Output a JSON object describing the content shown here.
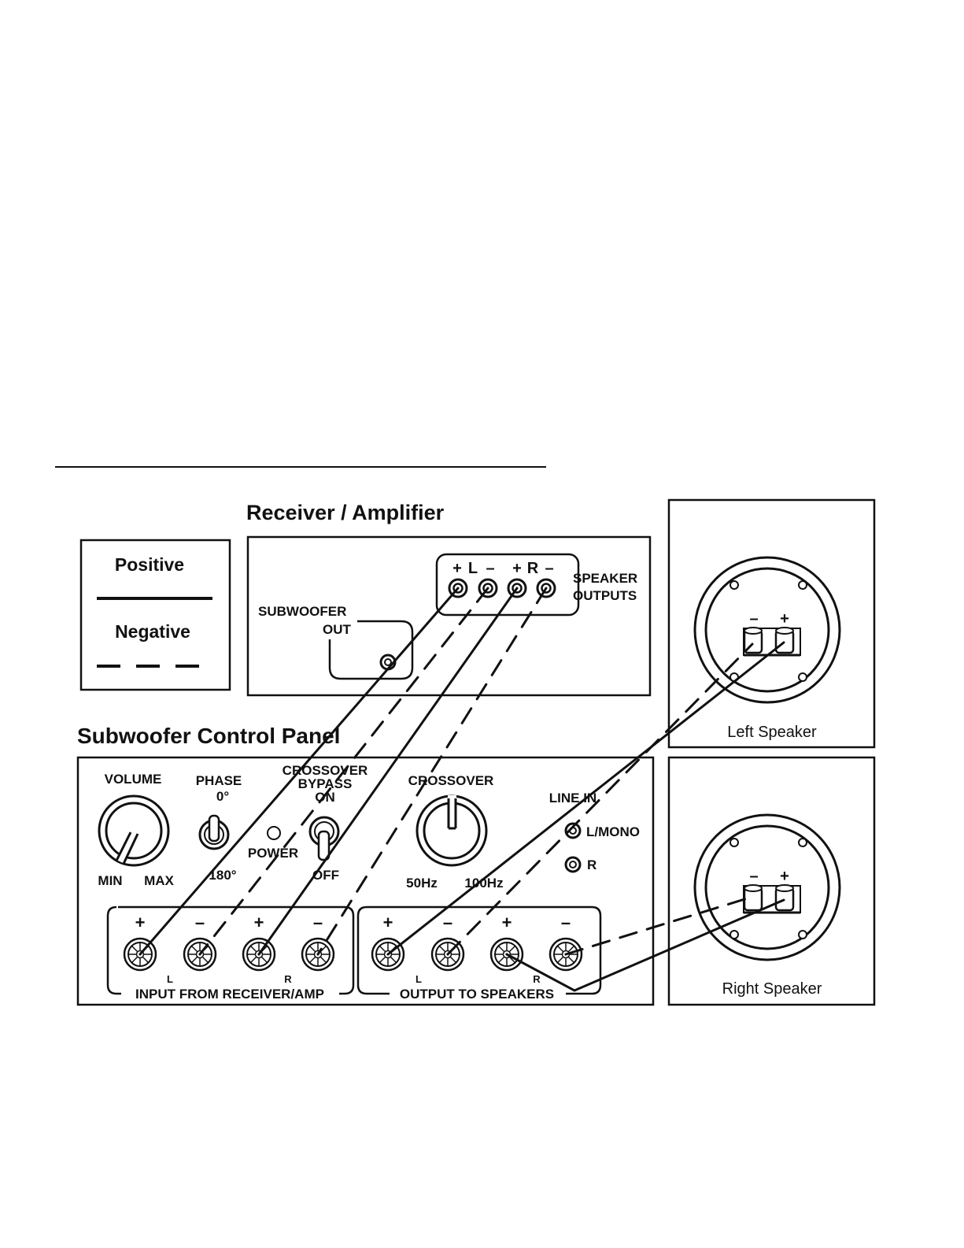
{
  "legend": {
    "positive_label": "Positive",
    "negative_label": "Negative"
  },
  "receiver": {
    "title": "Receiver / Amplifier",
    "subwoofer_out_line1": "SUBWOOFER",
    "subwoofer_out_line2": "OUT",
    "speaker_outputs_line1": "SPEAKER",
    "speaker_outputs_line2": "OUTPUTS",
    "terminal_marks": [
      "+",
      "L",
      "–",
      "+",
      "R",
      "–"
    ]
  },
  "control_panel": {
    "title": "Subwoofer Control Panel",
    "volume": {
      "label": "VOLUME",
      "min": "MIN",
      "max": "MAX"
    },
    "phase": {
      "label": "PHASE",
      "top": "0°",
      "bottom": "180°"
    },
    "power": {
      "label": "POWER"
    },
    "bypass": {
      "line1": "CROSSOVER",
      "line2": "BYPASS",
      "on": "ON",
      "off": "OFF"
    },
    "crossover": {
      "label": "CROSSOVER",
      "low": "50Hz",
      "high": "100Hz"
    },
    "line_in": {
      "label": "LINE IN",
      "l_mono": "L/MONO",
      "r": "R"
    },
    "input_group": {
      "label": "INPUT FROM RECEIVER/AMP",
      "signs": [
        "+",
        "–",
        "+",
        "–"
      ],
      "l": "L",
      "r": "R"
    },
    "output_group": {
      "label": "OUTPUT TO SPEAKERS",
      "signs": [
        "+",
        "–",
        "+",
        "–"
      ],
      "l": "L",
      "r": "R"
    }
  },
  "speakers": {
    "left": {
      "label": "Left Speaker",
      "minus": "–",
      "plus": "+"
    },
    "right": {
      "label": "Right Speaker",
      "minus": "–",
      "plus": "+"
    }
  }
}
